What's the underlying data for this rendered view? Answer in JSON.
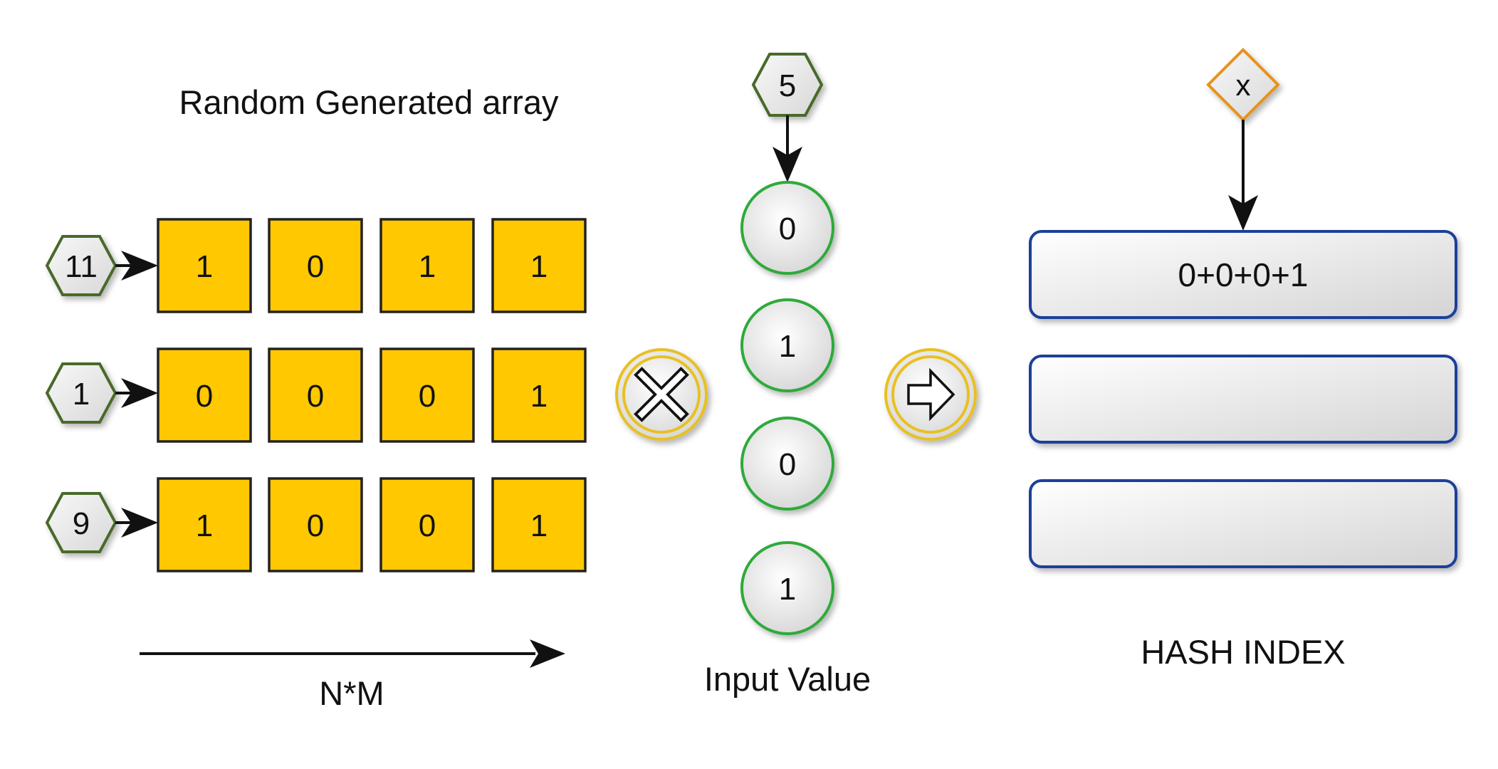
{
  "labels": {
    "array_title": "Random Generated array",
    "array_axis": "N*M",
    "input_title": "Input Value",
    "hash_title": "HASH INDEX"
  },
  "array_rows": [
    {
      "tag": "11",
      "cells": [
        "1",
        "0",
        "1",
        "1"
      ]
    },
    {
      "tag": "1",
      "cells": [
        "0",
        "0",
        "0",
        "1"
      ]
    },
    {
      "tag": "9",
      "cells": [
        "1",
        "0",
        "0",
        "1"
      ]
    }
  ],
  "input": {
    "tag": "5",
    "bits": [
      "0",
      "1",
      "0",
      "1"
    ]
  },
  "hash": {
    "tag": "x",
    "rows": [
      "0+0+0+1",
      "",
      ""
    ]
  },
  "operators": {
    "multiply_icon": "multiply-icon",
    "result_icon": "arrow-right-icon"
  },
  "colors": {
    "cell_fill": "#ffc800",
    "hex_stroke": "#4a6a2c",
    "circle_stroke": "#2eaa3a",
    "operator_ring": "#e8c020",
    "hash_stroke": "#1f3f9a",
    "diamond_stroke": "#e8921a"
  }
}
